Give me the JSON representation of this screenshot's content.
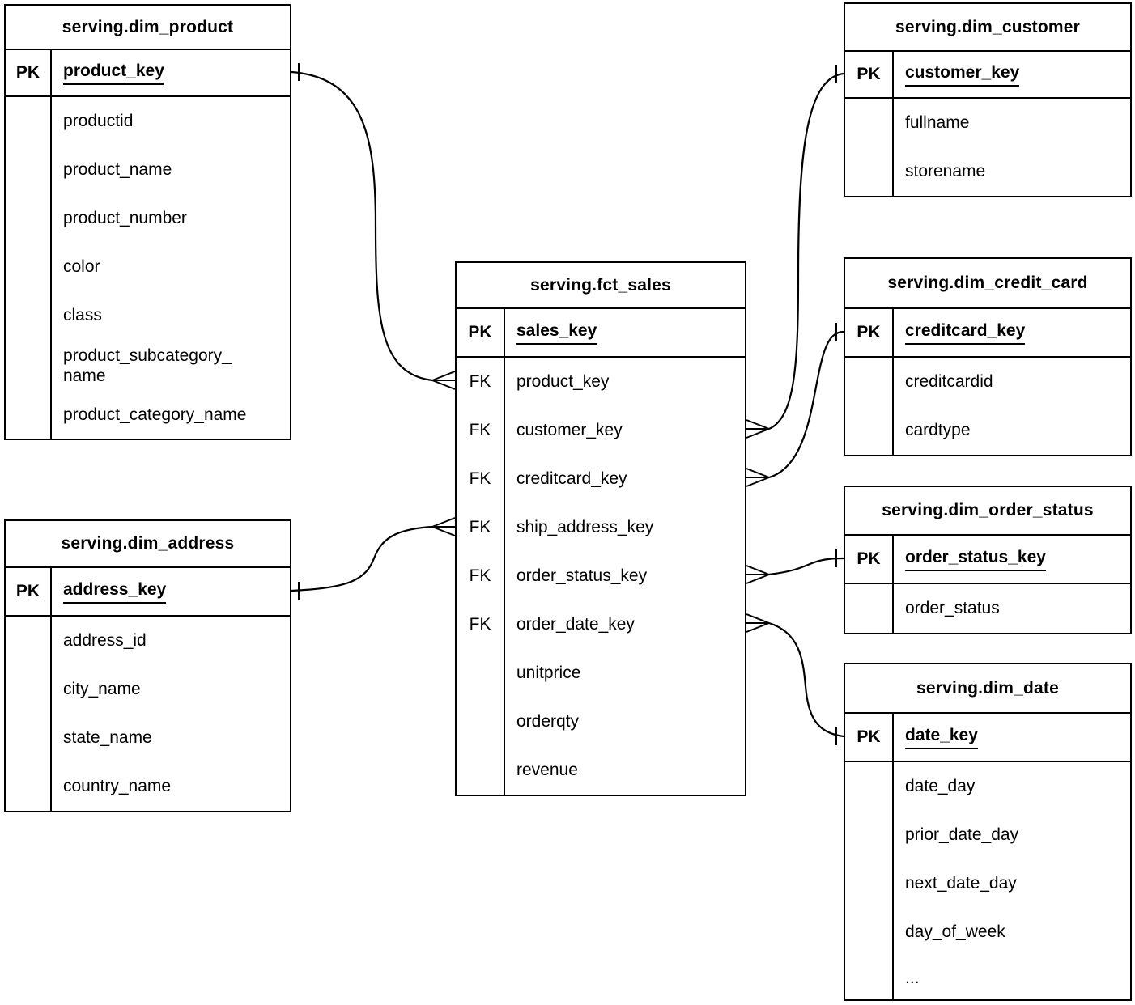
{
  "diagram": {
    "type": "entity-relationship",
    "notation": "crow-foot",
    "colors": {
      "line": "#000000",
      "text": "#000000",
      "background": "#ffffff"
    },
    "tables": [
      {
        "id": "dim_product",
        "title": "serving.dim_product",
        "primary_key": {
          "tag": "PK",
          "field": "product_key"
        },
        "fields": [
          {
            "tag": "",
            "name": "productid"
          },
          {
            "tag": "",
            "name": "product_name"
          },
          {
            "tag": "",
            "name": "product_number"
          },
          {
            "tag": "",
            "name": "color"
          },
          {
            "tag": "",
            "name": "class"
          },
          {
            "tag": "",
            "name": "product_subcategory_\nname"
          },
          {
            "tag": "",
            "name": "product_category_name"
          }
        ]
      },
      {
        "id": "dim_address",
        "title": "serving.dim_address",
        "primary_key": {
          "tag": "PK",
          "field": "address_key"
        },
        "fields": [
          {
            "tag": "",
            "name": "address_id"
          },
          {
            "tag": "",
            "name": "city_name"
          },
          {
            "tag": "",
            "name": "state_name"
          },
          {
            "tag": "",
            "name": "country_name"
          }
        ]
      },
      {
        "id": "fct_sales",
        "title": "serving.fct_sales",
        "primary_key": {
          "tag": "PK",
          "field": "sales_key"
        },
        "fields": [
          {
            "tag": "FK",
            "name": "product_key"
          },
          {
            "tag": "FK",
            "name": "customer_key"
          },
          {
            "tag": "FK",
            "name": "creditcard_key"
          },
          {
            "tag": "FK",
            "name": "ship_address_key"
          },
          {
            "tag": "FK",
            "name": "order_status_key"
          },
          {
            "tag": "FK",
            "name": "order_date_key"
          },
          {
            "tag": "",
            "name": "unitprice"
          },
          {
            "tag": "",
            "name": "orderqty"
          },
          {
            "tag": "",
            "name": "revenue"
          }
        ]
      },
      {
        "id": "dim_customer",
        "title": "serving.dim_customer",
        "primary_key": {
          "tag": "PK",
          "field": "customer_key"
        },
        "fields": [
          {
            "tag": "",
            "name": "fullname"
          },
          {
            "tag": "",
            "name": "storename"
          }
        ]
      },
      {
        "id": "dim_credit_card",
        "title": "serving.dim_credit_card",
        "primary_key": {
          "tag": "PK",
          "field": "creditcard_key"
        },
        "fields": [
          {
            "tag": "",
            "name": "creditcardid"
          },
          {
            "tag": "",
            "name": "cardtype"
          }
        ]
      },
      {
        "id": "dim_order_status",
        "title": "serving.dim_order_status",
        "primary_key": {
          "tag": "PK",
          "field": "order_status_key"
        },
        "fields": [
          {
            "tag": "",
            "name": "order_status"
          }
        ]
      },
      {
        "id": "dim_date",
        "title": "serving.dim_date",
        "primary_key": {
          "tag": "PK",
          "field": "date_key"
        },
        "fields": [
          {
            "tag": "",
            "name": "date_day"
          },
          {
            "tag": "",
            "name": "prior_date_day"
          },
          {
            "tag": "",
            "name": "next_date_day"
          },
          {
            "tag": "",
            "name": "day_of_week"
          },
          {
            "tag": "",
            "name": "..."
          }
        ]
      }
    ],
    "relationships": [
      {
        "from": "serving.fct_sales.product_key",
        "to": "serving.dim_product.product_key",
        "from_cardinality": "many",
        "to_cardinality": "one"
      },
      {
        "from": "serving.fct_sales.customer_key",
        "to": "serving.dim_customer.customer_key",
        "from_cardinality": "many",
        "to_cardinality": "one"
      },
      {
        "from": "serving.fct_sales.creditcard_key",
        "to": "serving.dim_credit_card.creditcard_key",
        "from_cardinality": "many",
        "to_cardinality": "one"
      },
      {
        "from": "serving.fct_sales.ship_address_key",
        "to": "serving.dim_address.address_key",
        "from_cardinality": "many",
        "to_cardinality": "one"
      },
      {
        "from": "serving.fct_sales.order_status_key",
        "to": "serving.dim_order_status.order_status_key",
        "from_cardinality": "many",
        "to_cardinality": "one"
      },
      {
        "from": "serving.fct_sales.order_date_key",
        "to": "serving.dim_date.date_key",
        "from_cardinality": "many",
        "to_cardinality": "one"
      }
    ]
  }
}
